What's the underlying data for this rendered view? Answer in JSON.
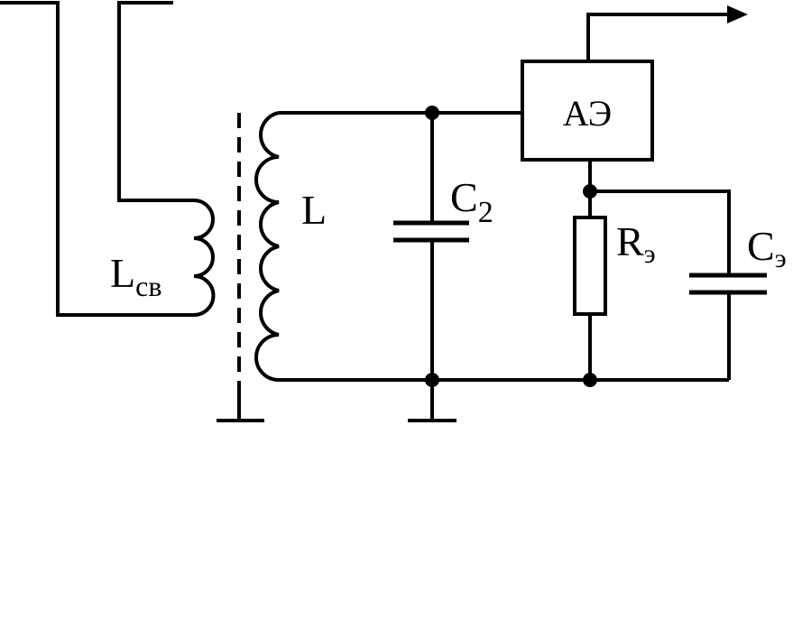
{
  "diagram": {
    "ink_color": "#000000",
    "background_color": "#ffffff",
    "labels": {
      "coupling_inductor": {
        "main": "L",
        "sub": "св"
      },
      "tank_inductor": {
        "main": "L"
      },
      "tank_capacitor": {
        "main": "C",
        "sub": "2"
      },
      "active_element": {
        "main": "АЭ"
      },
      "emitter_resistor": {
        "main": "R",
        "sub": "э"
      },
      "emitter_capacitor": {
        "main": "C",
        "sub": "э"
      }
    },
    "components": [
      {
        "id": "coupling-inductor",
        "kind": "inductor",
        "turns": 3
      },
      {
        "id": "magnetic-core",
        "kind": "core",
        "style": "dashed"
      },
      {
        "id": "tank-inductor",
        "kind": "inductor",
        "turns": 6
      },
      {
        "id": "tank-capacitor",
        "kind": "capacitor"
      },
      {
        "id": "active-element",
        "kind": "block"
      },
      {
        "id": "emitter-resistor",
        "kind": "resistor"
      },
      {
        "id": "emitter-capacitor",
        "kind": "capacitor"
      }
    ],
    "output": {
      "kind": "arrow",
      "direction": "right"
    },
    "grounds": 2,
    "junctions": 4
  }
}
